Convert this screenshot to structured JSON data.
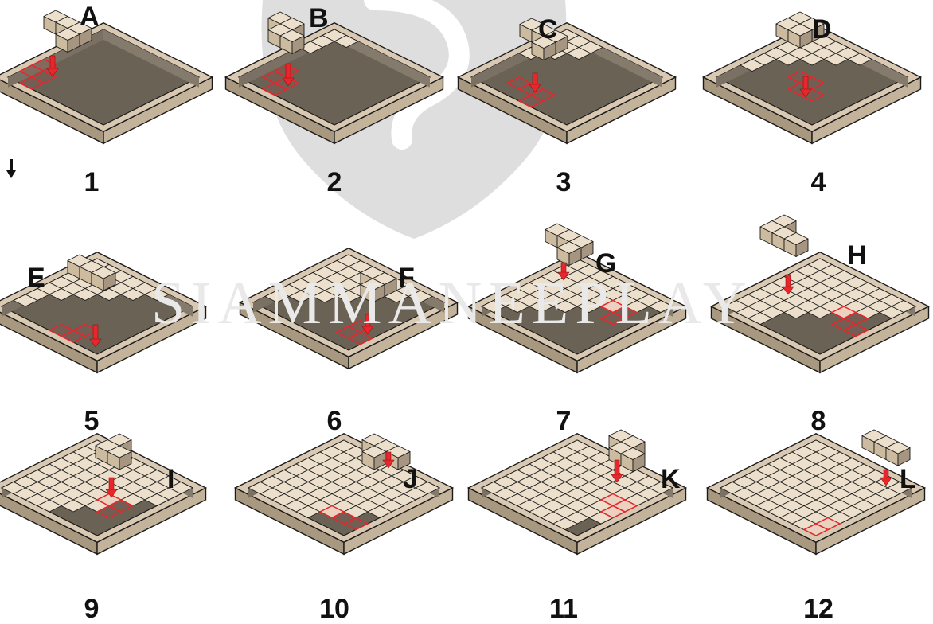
{
  "watermark": {
    "text": "SIAMMANEEPLAY"
  },
  "steps": [
    {
      "number": "1",
      "piece": "A"
    },
    {
      "number": "2",
      "piece": "B"
    },
    {
      "number": "3",
      "piece": "C"
    },
    {
      "number": "4",
      "piece": "D"
    },
    {
      "number": "5",
      "piece": "E"
    },
    {
      "number": "6",
      "piece": "F"
    },
    {
      "number": "7",
      "piece": "G"
    },
    {
      "number": "8",
      "piece": "H"
    },
    {
      "number": "9",
      "piece": "I"
    },
    {
      "number": "10",
      "piece": "J"
    },
    {
      "number": "11",
      "piece": "K"
    },
    {
      "number": "12",
      "piece": "L"
    }
  ],
  "colors": {
    "tray_rim": "#d9c9b3",
    "tray_rim_side": "#a89880",
    "tray_floor": "#6b6256",
    "cube_top": "#ece0cd",
    "cube_left": "#cdbba0",
    "cube_right": "#a69580",
    "target_outline": "#e8262b",
    "arrow": "#e8262b",
    "outline": "#1a1a1a",
    "watermark": "#dedede"
  },
  "icons": {
    "direction_hint": "down-arrow-icon",
    "placement_arrow": "red-down-arrow-icon"
  }
}
